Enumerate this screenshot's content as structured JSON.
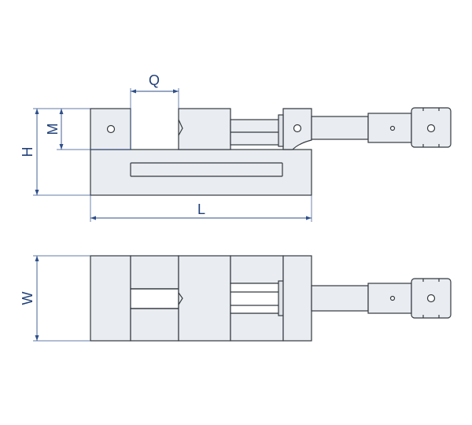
{
  "dimensions": {
    "q_label": "Q",
    "m_label": "M",
    "h_label": "H",
    "l_label": "L",
    "w_label": "W"
  },
  "colors": {
    "outline": "#333a40",
    "part_fill": "#e9ecf0",
    "dimension": "#2f4f8a"
  }
}
